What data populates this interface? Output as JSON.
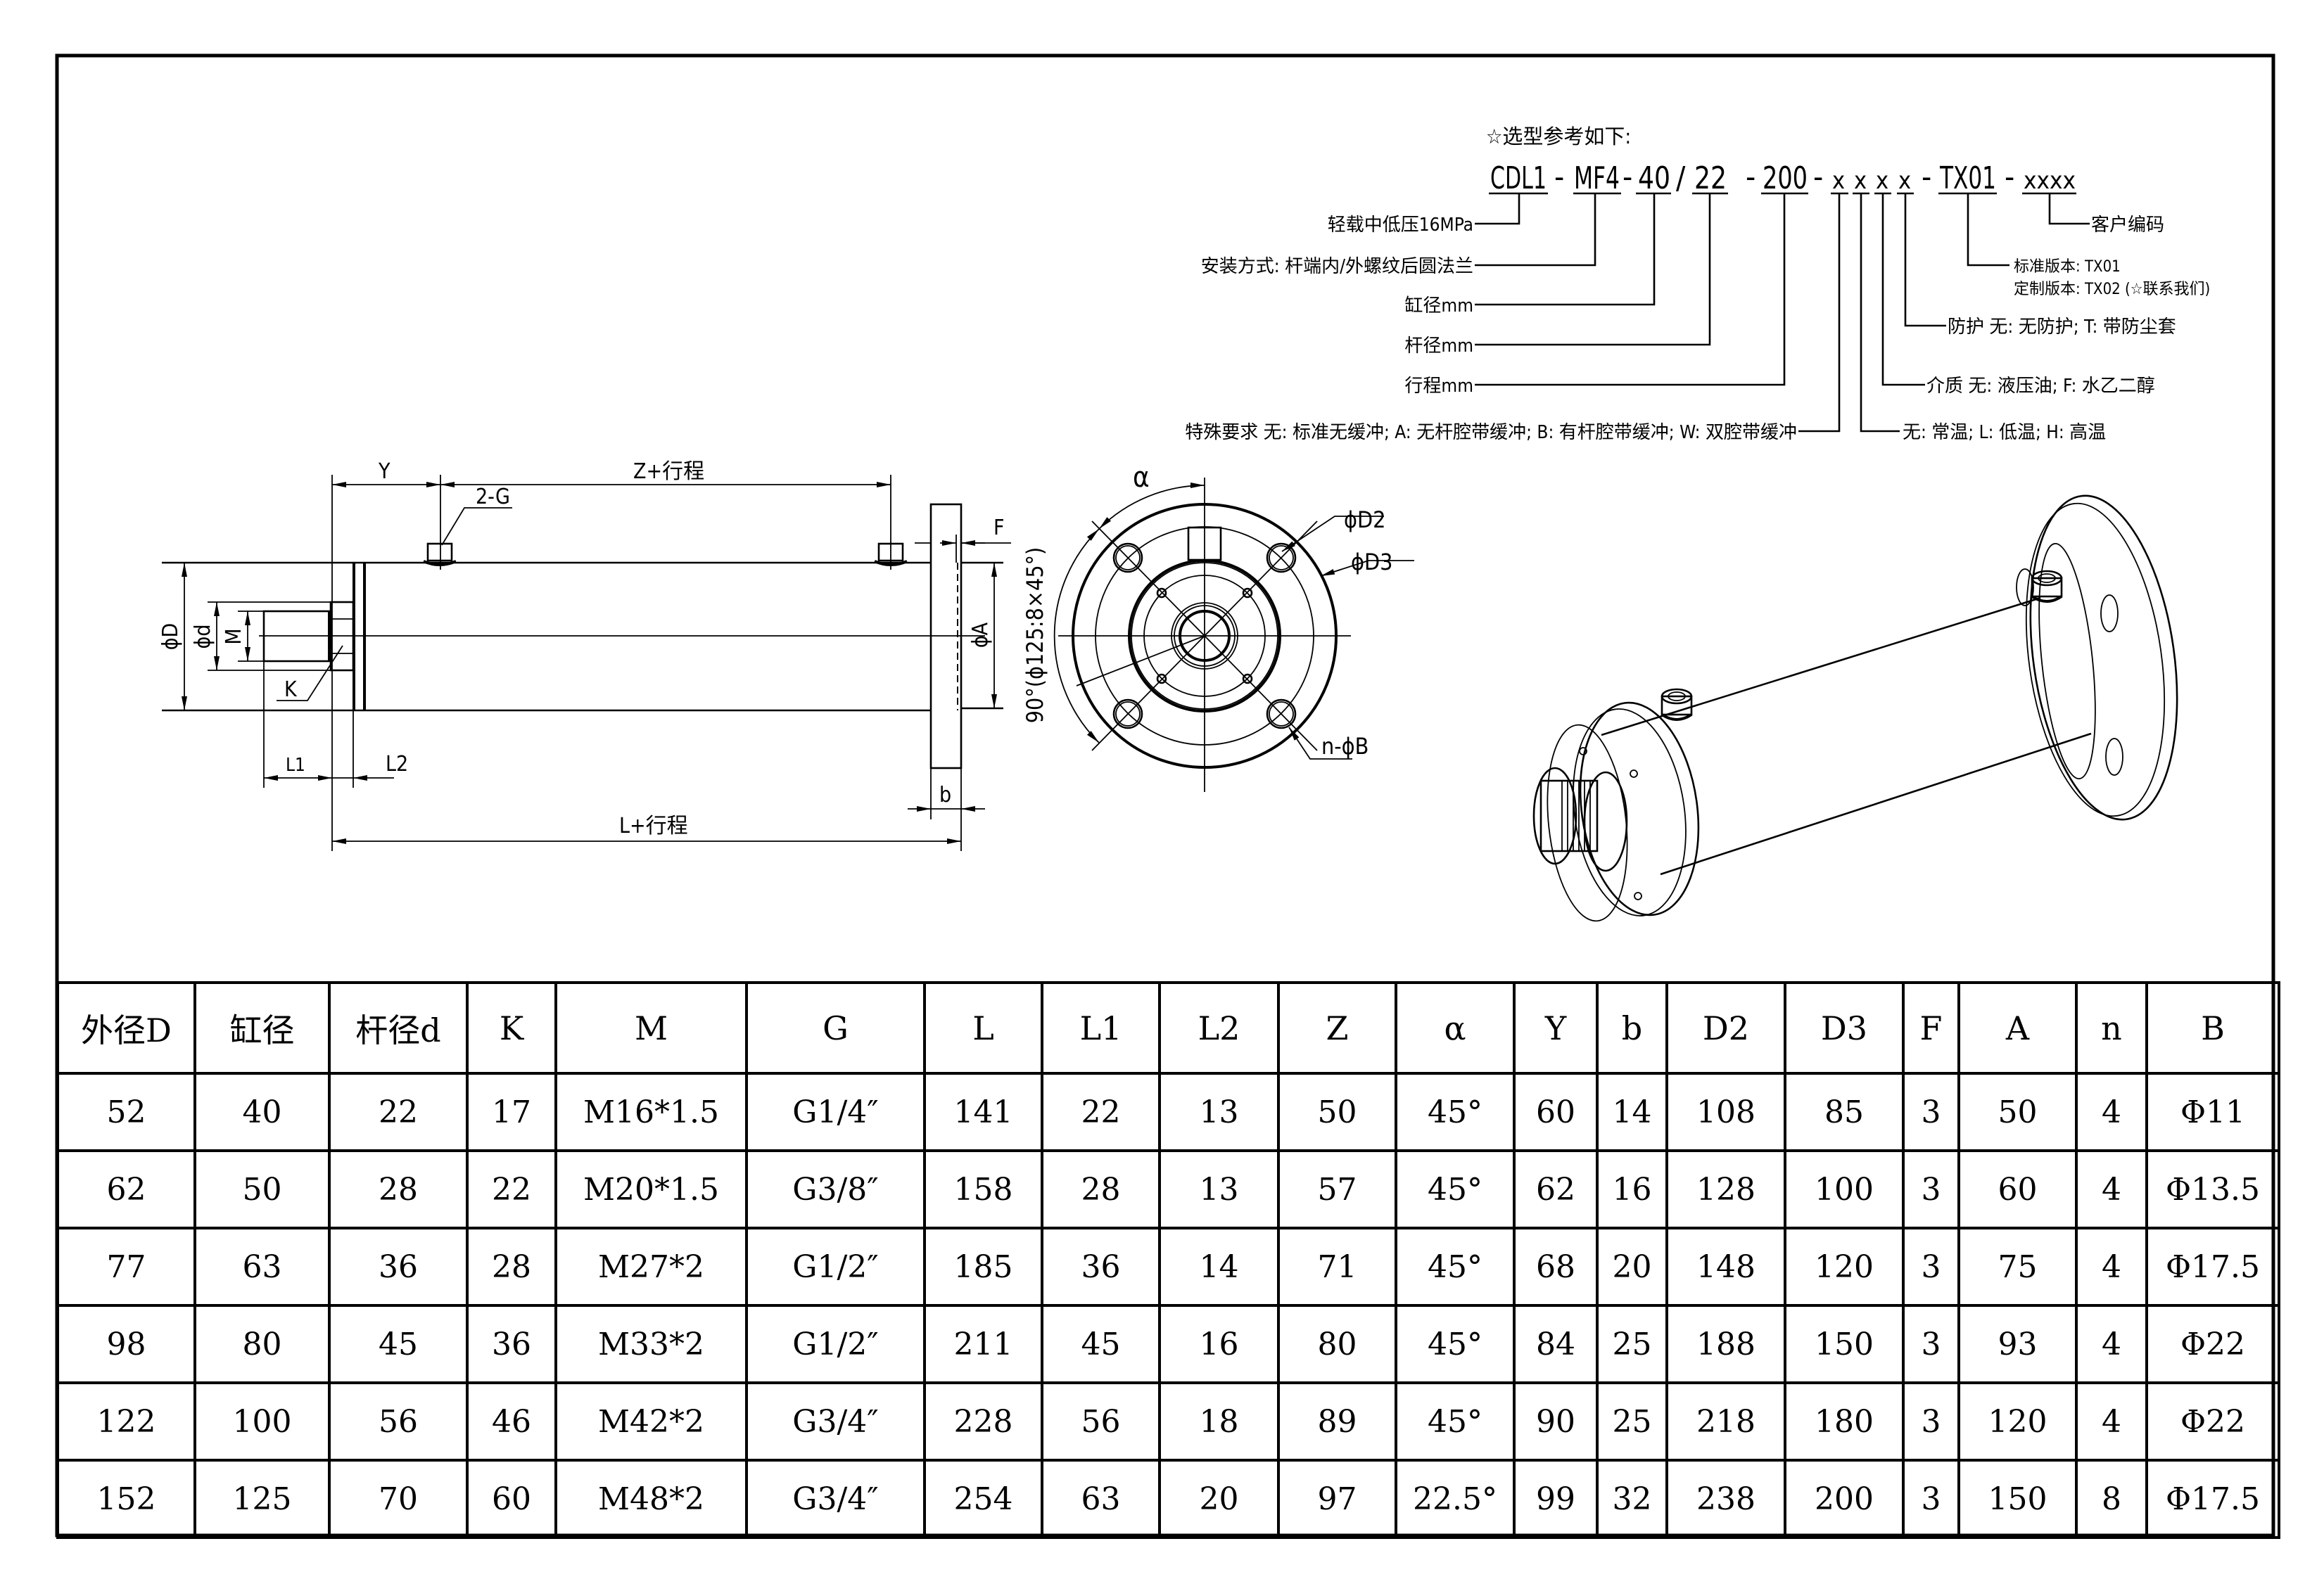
{
  "ordering": {
    "title": "☆选型参考如下:",
    "code_segments": [
      {
        "id": "series",
        "text": "CDL1"
      },
      {
        "id": "sep1",
        "text": "-"
      },
      {
        "id": "mount",
        "text": "MF4"
      },
      {
        "id": "sep2",
        "text": "-"
      },
      {
        "id": "bore",
        "text": "40"
      },
      {
        "id": "slash",
        "text": "/"
      },
      {
        "id": "rod",
        "text": "22"
      },
      {
        "id": "sep3",
        "text": "-"
      },
      {
        "id": "stroke",
        "text": "200"
      },
      {
        "id": "sep4",
        "text": "-"
      },
      {
        "id": "opt1",
        "text": "x"
      },
      {
        "id": "opt2",
        "text": "x"
      },
      {
        "id": "opt3",
        "text": "x"
      },
      {
        "id": "opt4",
        "text": "x"
      },
      {
        "id": "sep5",
        "text": "-"
      },
      {
        "id": "version",
        "text": "TX01"
      },
      {
        "id": "sep6",
        "text": "-"
      },
      {
        "id": "customer",
        "text": "xxxx"
      }
    ],
    "left_labels": {
      "series": "轻载中低压16MPa",
      "mount": "安装方式: 杆端内/外螺纹后圆法兰",
      "bore": "缸径mm",
      "rod": "杆径mm",
      "stroke": "行程mm",
      "special": "特殊要求  无: 标准无缓冲; A: 无杆腔带缓冲; B: 有杆腔带缓冲; W: 双腔带缓冲"
    },
    "right_labels": {
      "customer": "客户编码",
      "standard_version": "标准版本: TX01",
      "custom_version": "定制版本: TX02 (☆联系我们)",
      "protection": "防护  无: 无防护; T: 带防尘套",
      "medium": "介质  无: 液压油; F: 水乙二醇",
      "temperature": "无: 常温; L: 低温; H: 高温"
    }
  },
  "side_view": {
    "labels": {
      "Y": "Y",
      "Z_stroke": "Z+行程",
      "ports": "2-G",
      "F": "F",
      "phiD": "ϕD",
      "phid": "ϕd",
      "M": "M",
      "K": "K",
      "phiA": "ϕA",
      "L1": "L1",
      "L2": "L2",
      "b": "b",
      "L_stroke": "L+行程"
    }
  },
  "end_view": {
    "labels": {
      "alpha": "α",
      "phiD2": "ϕD2",
      "phiD3": "ϕD3",
      "n_phiB": "n-ϕB",
      "note": "90°(ϕ125:8×45°)"
    }
  },
  "spec_table": {
    "headers": [
      "外径D",
      "缸径",
      "杆径d",
      "K",
      "M",
      "G",
      "L",
      "L1",
      "L2",
      "Z",
      "α",
      "Y",
      "b",
      "D2",
      "D3",
      "F",
      "A",
      "n",
      "B"
    ],
    "rows": [
      [
        "52",
        "40",
        "22",
        "17",
        "M16*1.5",
        "G1/4″",
        "141",
        "22",
        "13",
        "50",
        "45°",
        "60",
        "14",
        "108",
        "85",
        "3",
        "50",
        "4",
        "Φ11"
      ],
      [
        "62",
        "50",
        "28",
        "22",
        "M20*1.5",
        "G3/8″",
        "158",
        "28",
        "13",
        "57",
        "45°",
        "62",
        "16",
        "128",
        "100",
        "3",
        "60",
        "4",
        "Φ13.5"
      ],
      [
        "77",
        "63",
        "36",
        "28",
        "M27*2",
        "G1/2″",
        "185",
        "36",
        "14",
        "71",
        "45°",
        "68",
        "20",
        "148",
        "120",
        "3",
        "75",
        "4",
        "Φ17.5"
      ],
      [
        "98",
        "80",
        "45",
        "36",
        "M33*2",
        "G1/2″",
        "211",
        "45",
        "16",
        "80",
        "45°",
        "84",
        "25",
        "188",
        "150",
        "3",
        "93",
        "4",
        "Φ22"
      ],
      [
        "122",
        "100",
        "56",
        "46",
        "M42*2",
        "G3/4″",
        "228",
        "56",
        "18",
        "89",
        "45°",
        "90",
        "25",
        "218",
        "180",
        "3",
        "120",
        "4",
        "Φ22"
      ],
      [
        "152",
        "125",
        "70",
        "60",
        "M48*2",
        "G3/4″",
        "254",
        "63",
        "20",
        "97",
        "22.5°",
        "99",
        "32",
        "238",
        "200",
        "3",
        "150",
        "8",
        "Φ17.5"
      ]
    ]
  }
}
